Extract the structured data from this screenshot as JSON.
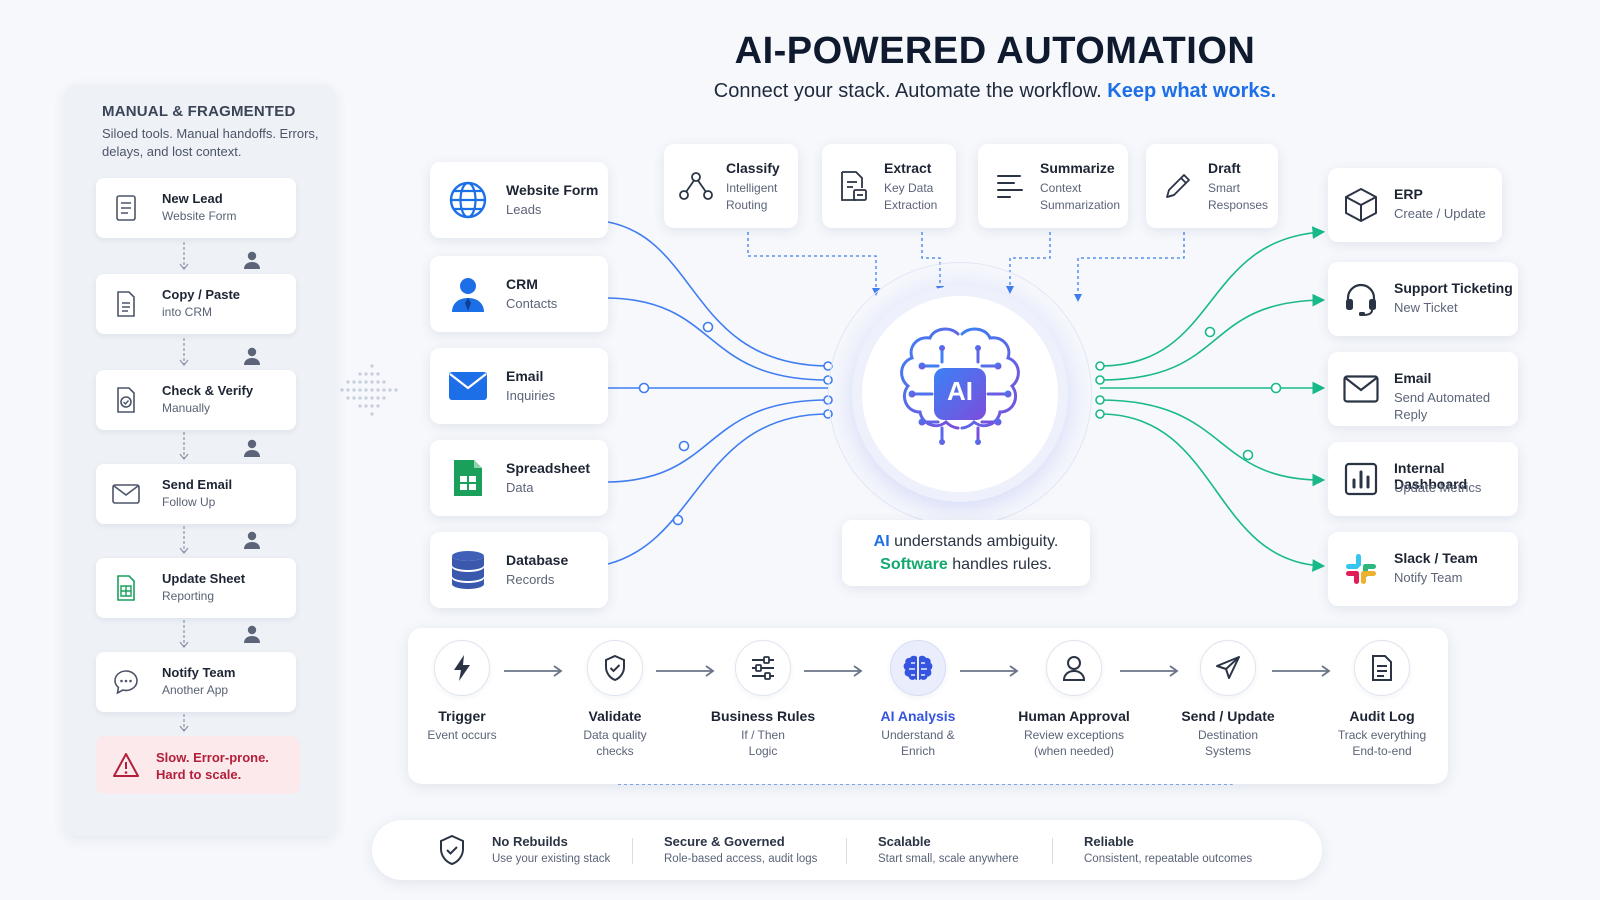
{
  "header": {
    "title": "AI-POWERED AUTOMATION",
    "subtitle": "Connect your stack. Automate the workflow.",
    "subtitle_accent": "Keep what works."
  },
  "manual": {
    "title": "MANUAL & FRAGMENTED",
    "description": "Siloed tools. Manual handoffs. Errors, delays, and lost context.",
    "steps": [
      {
        "title": "New Lead",
        "sub": "Website Form",
        "icon": "form-icon"
      },
      {
        "title": "Copy / Paste",
        "sub": "into CRM",
        "icon": "document-icon"
      },
      {
        "title": "Check & Verify",
        "sub": "Manually",
        "icon": "check-document-icon"
      },
      {
        "title": "Send Email",
        "sub": "Follow Up",
        "icon": "envelope-icon"
      },
      {
        "title": "Update Sheet",
        "sub": "Reporting",
        "icon": "spreadsheet-icon"
      },
      {
        "title": "Notify Team",
        "sub": "Another App",
        "icon": "chat-icon"
      }
    ],
    "warning_line1": "Slow. Error-prone.",
    "warning_line2": "Hard to scale."
  },
  "sources": [
    {
      "title": "Website Form",
      "sub": "Leads",
      "icon": "globe-icon"
    },
    {
      "title": "CRM",
      "sub": "Contacts",
      "icon": "person-icon"
    },
    {
      "title": "Email",
      "sub": "Inquiries",
      "icon": "envelope-icon"
    },
    {
      "title": "Spreadsheet",
      "sub": "Data",
      "icon": "sheets-icon"
    },
    {
      "title": "Database",
      "sub": "Records",
      "icon": "database-icon"
    }
  ],
  "capabilities": [
    {
      "title": "Classify",
      "sub1": "Intelligent",
      "sub2": "Routing",
      "icon": "nodes-icon"
    },
    {
      "title": "Extract",
      "sub1": "Key Data",
      "sub2": "Extraction",
      "icon": "extract-icon"
    },
    {
      "title": "Summarize",
      "sub1": "Context",
      "sub2": "Summarization",
      "icon": "lines-icon"
    },
    {
      "title": "Draft",
      "sub1": "Smart",
      "sub2": "Responses",
      "icon": "pencil-icon"
    }
  ],
  "hub": {
    "label": "AI",
    "callout_a_strong": "AI",
    "callout_a_rest": " understands ambiguity.",
    "callout_b_strong": "Software",
    "callout_b_rest": " handles rules."
  },
  "destinations": [
    {
      "title": "ERP",
      "sub1": "Create / Update",
      "sub2": "",
      "icon": "cube-icon"
    },
    {
      "title": "Support Ticketing",
      "sub1": "New Ticket",
      "sub2": "",
      "icon": "headset-icon"
    },
    {
      "title": "Email",
      "sub1": "Send Automated",
      "sub2": "Reply",
      "icon": "envelope-icon"
    },
    {
      "title": "Internal Dashboard",
      "sub1": "Update Metrics",
      "sub2": "",
      "icon": "bar-chart-icon"
    },
    {
      "title": "Slack / Team",
      "sub1": "Notify Team",
      "sub2": "",
      "icon": "slack-icon"
    }
  ],
  "pipeline": [
    {
      "title": "Trigger",
      "sub1": "Event occurs",
      "sub2": "",
      "icon": "lightning-icon"
    },
    {
      "title": "Validate",
      "sub1": "Data quality",
      "sub2": "checks",
      "icon": "shield-check-icon"
    },
    {
      "title": "Business Rules",
      "sub1": "If / Then",
      "sub2": "Logic",
      "icon": "sliders-icon"
    },
    {
      "title": "AI Analysis",
      "sub1": "Understand &",
      "sub2": "Enrich",
      "icon": "brain-icon"
    },
    {
      "title": "Human Approval",
      "sub1": "Review exceptions",
      "sub2": "(when needed)",
      "icon": "user-icon"
    },
    {
      "title": "Send / Update",
      "sub1": "Destination",
      "sub2": "Systems",
      "icon": "send-icon"
    },
    {
      "title": "Audit Log",
      "sub1": "Track everything",
      "sub2": "End-to-end",
      "icon": "log-icon"
    }
  ],
  "features": [
    {
      "title": "No Rebuilds",
      "sub": "Use your existing stack"
    },
    {
      "title": "Secure & Governed",
      "sub": "Role-based access, audit logs"
    },
    {
      "title": "Scalable",
      "sub": "Start small, scale anywhere"
    },
    {
      "title": "Reliable",
      "sub": "Consistent, repeatable outcomes"
    }
  ],
  "colors": {
    "accent_blue": "#1d6fe8",
    "accent_green": "#12a86e",
    "hub_purple": "#5b63e6",
    "warning_red": "#b3203a"
  }
}
